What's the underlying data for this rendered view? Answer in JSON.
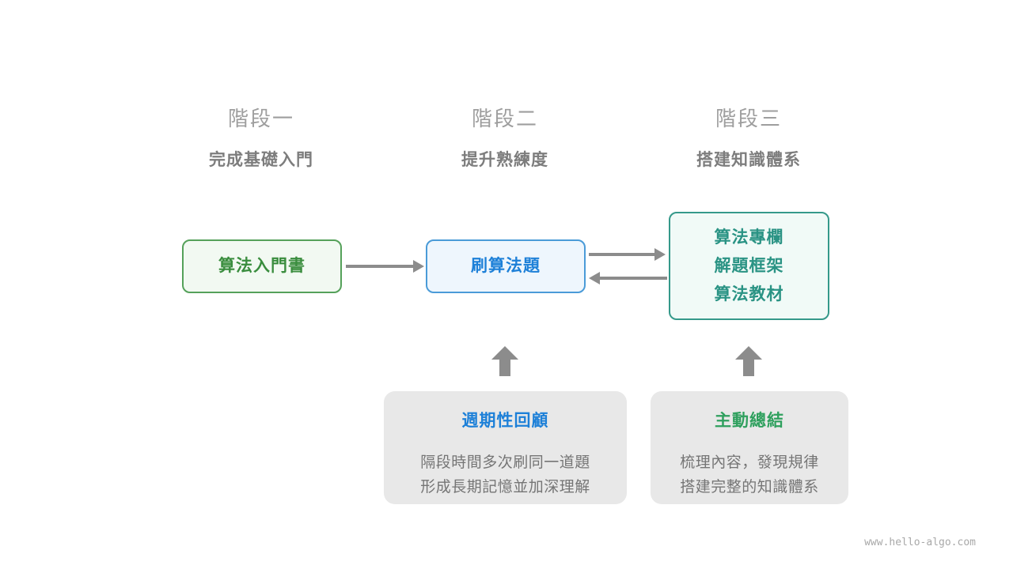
{
  "stages": [
    {
      "label": "階段一",
      "subtitle": "完成基礎入門"
    },
    {
      "label": "階段二",
      "subtitle": "提升熟練度"
    },
    {
      "label": "階段三",
      "subtitle": "搭建知識體系"
    }
  ],
  "nodes": {
    "intro_book": {
      "label": "算法入門書"
    },
    "practice": {
      "label": "刷算法題"
    },
    "resources": {
      "lines": [
        "算法專欄",
        "解題框架",
        "算法教材"
      ]
    }
  },
  "notes": [
    {
      "title": "週期性回顧",
      "lines": [
        "隔段時間多次刷同一道題",
        "形成長期記憶並加深理解"
      ]
    },
    {
      "title": "主動總結",
      "lines": [
        "梳理內容，發現規律",
        "搭建完整的知識體系"
      ]
    }
  ],
  "watermark": "www.hello-algo.com",
  "colors": {
    "stage_label": "#9e9e9e",
    "stage_subtitle": "#7d7d7d",
    "green_border": "#55a15a",
    "green_bg": "#f2f9f2",
    "green_text": "#3a8d3e",
    "blue_border": "#4a9bd8",
    "blue_bg": "#eef6fd",
    "blue_text": "#1d80d8",
    "teal_border": "#35998a",
    "teal_bg": "#f1faf7",
    "teal_text": "#2a9384",
    "arrow": "#8c8c8c",
    "note_bg": "#e8e8e8",
    "note_body_text": "#757575",
    "note_title_blue": "#1d80d8",
    "note_title_green": "#2fa05e",
    "watermark_text": "#a8a8a8"
  }
}
